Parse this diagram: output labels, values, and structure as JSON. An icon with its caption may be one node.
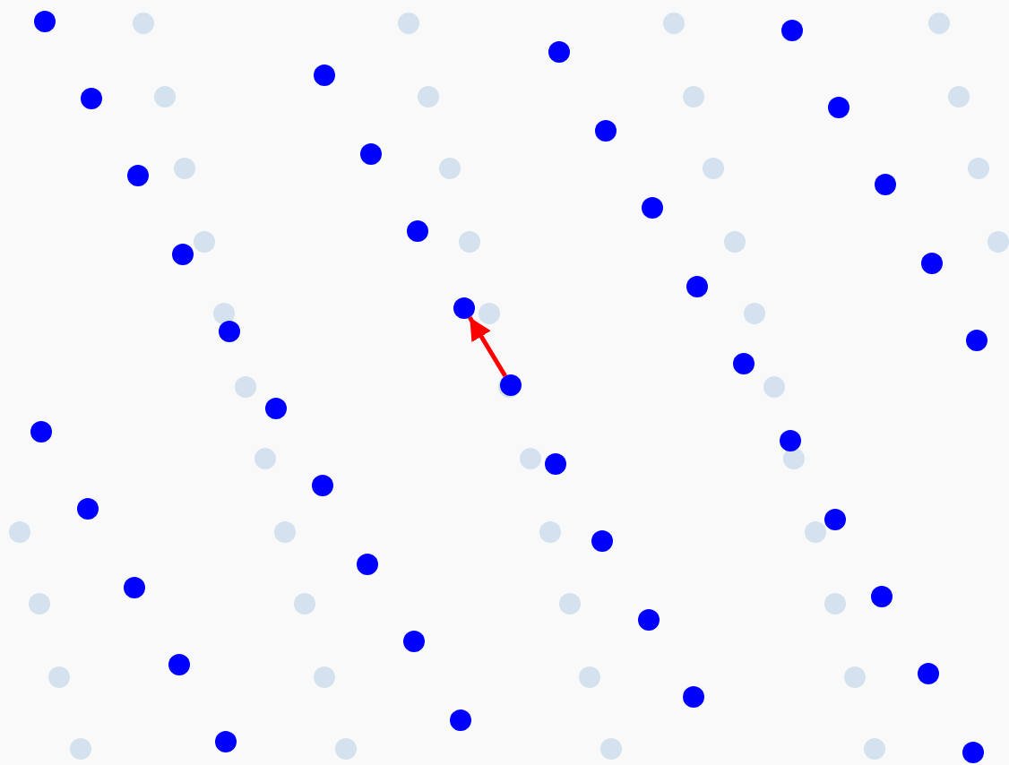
{
  "diagram": {
    "nodes": [
      {
        "text": [],
        "shape": "circle"
      },
      {
        "text": [],
        "shape": "circle"
      }
    ],
    "edges": [
      {
        "from": 1,
        "to": 0,
        "arrow": "to",
        "color": "#ff0000"
      }
    ]
  }
}
